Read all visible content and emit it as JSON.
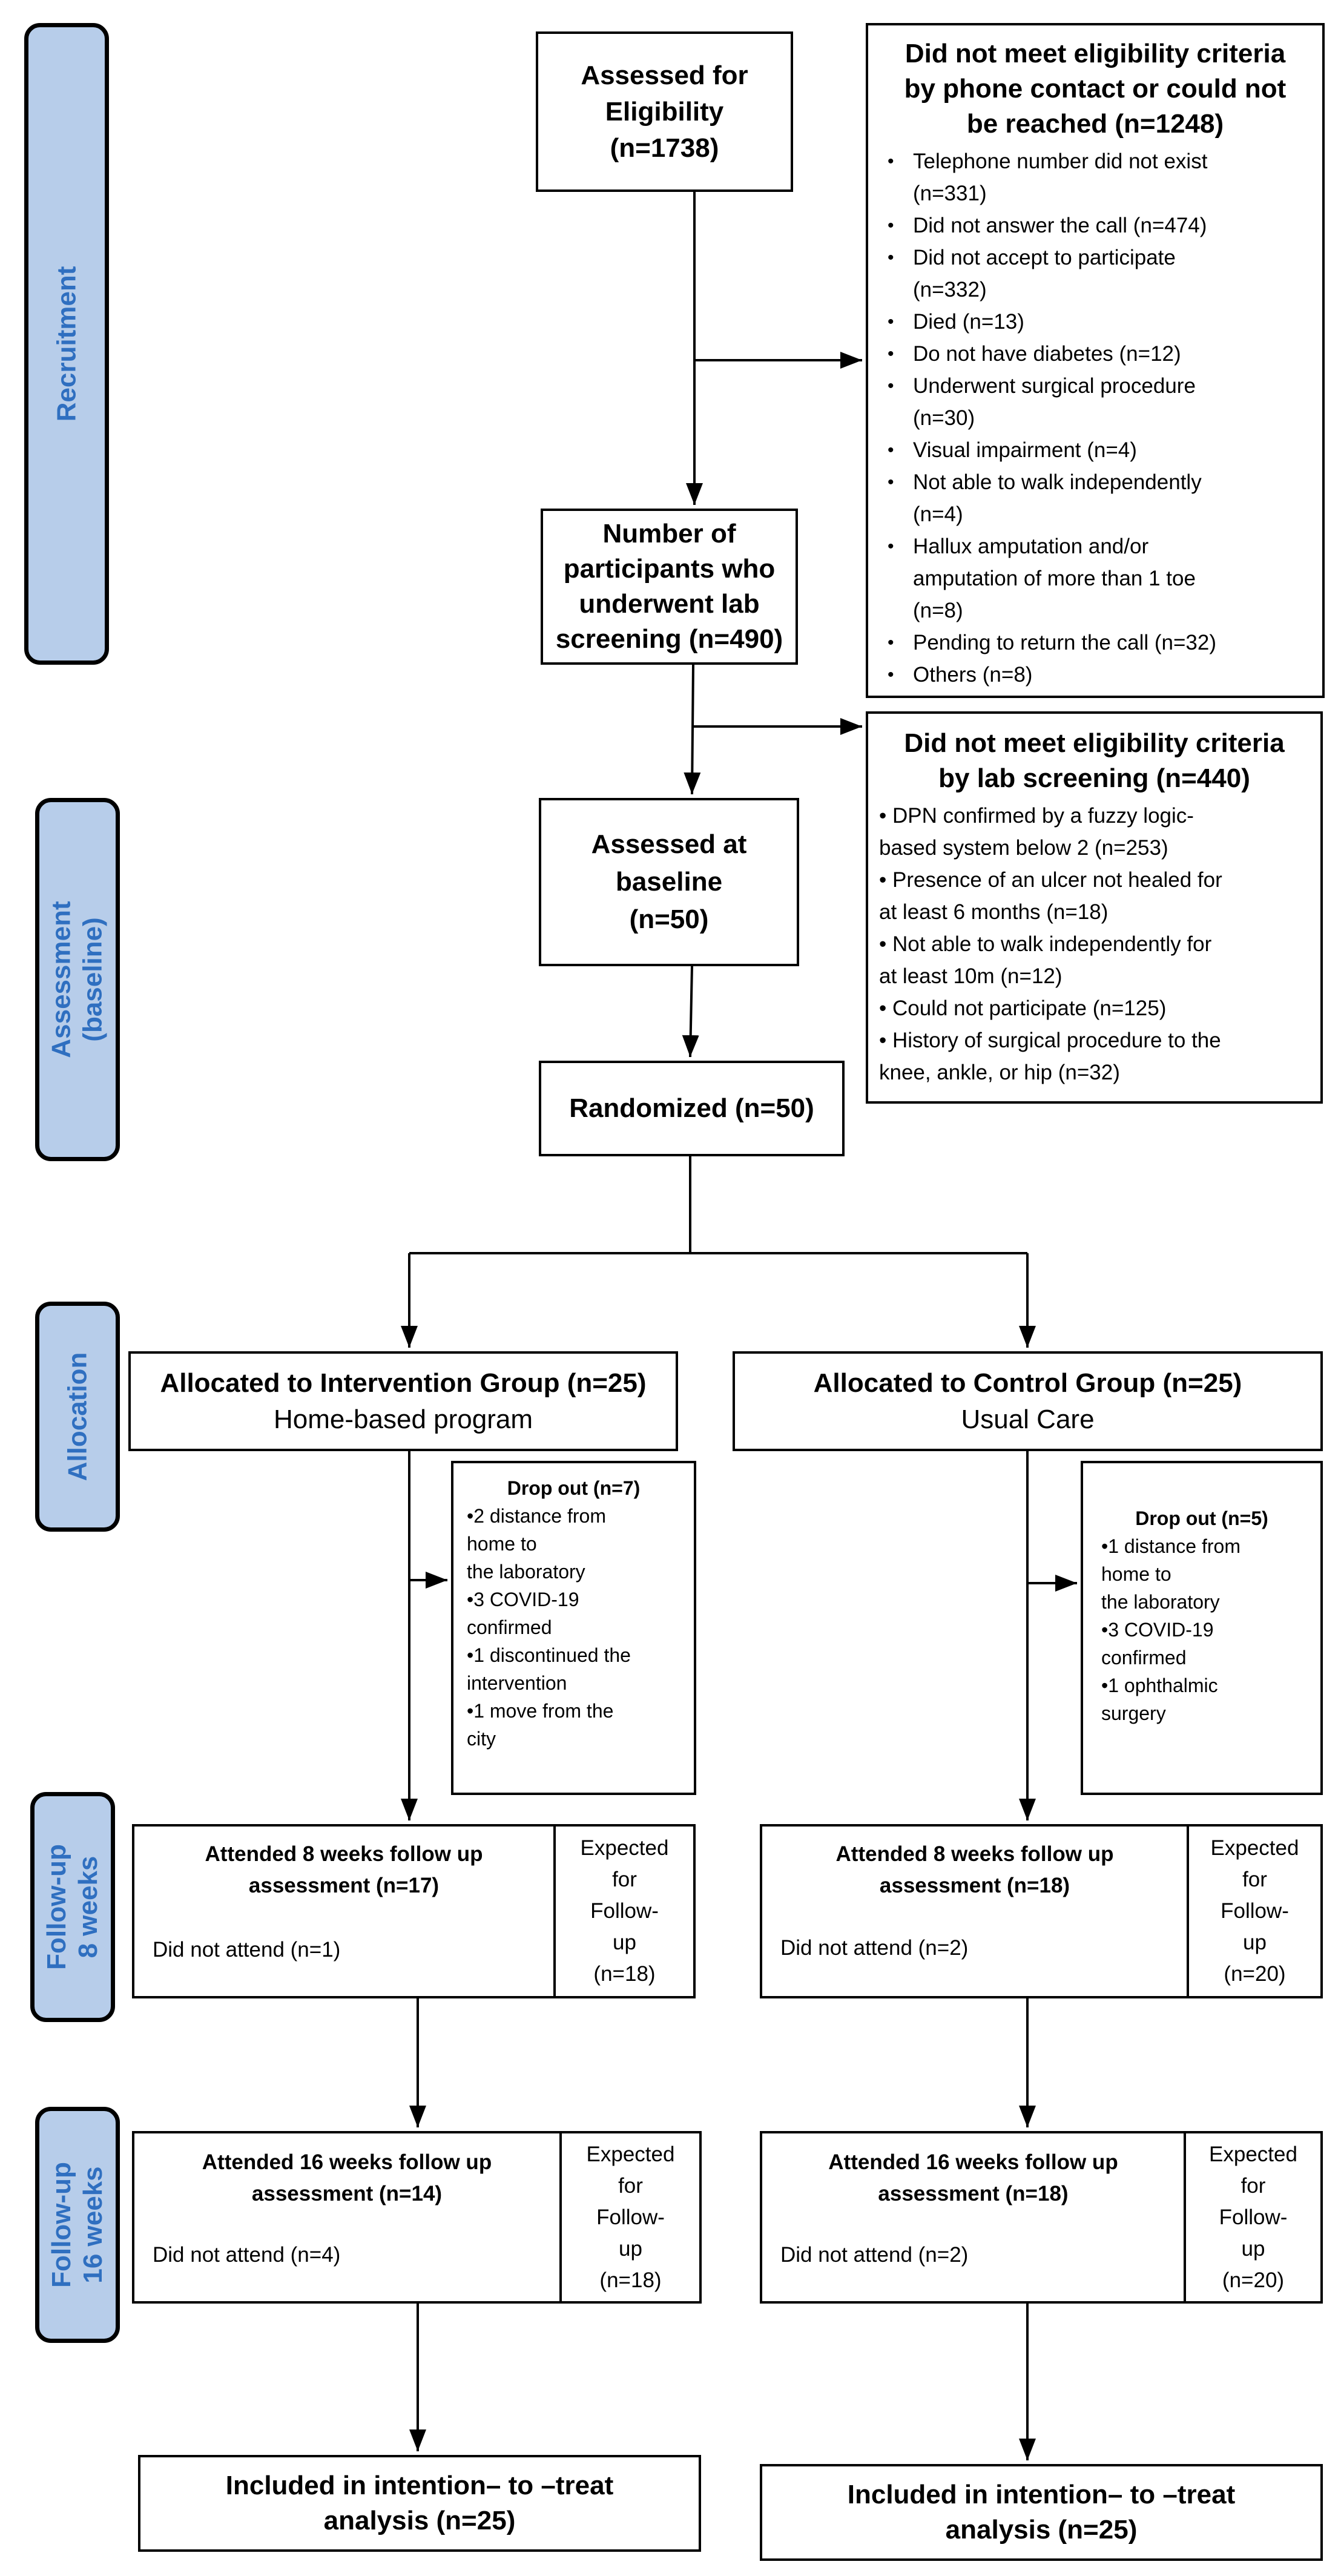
{
  "stages": {
    "recruitment": "Recruitment",
    "assessment": [
      "Assessment",
      "(baseline)"
    ],
    "allocation": "Allocation",
    "followup8": [
      "Follow-up",
      "8 weeks"
    ],
    "followup16": [
      "Follow-up",
      "16 weeks"
    ]
  },
  "assessed": [
    "Assessed for",
    "Eligibility",
    "(n=1738)"
  ],
  "excluded_phone": {
    "title": [
      "Did not meet eligibility criteria",
      "by phone contact or could not",
      "be reached (n=1248)"
    ],
    "items": [
      [
        "Telephone number did not exist",
        "(n=331)"
      ],
      [
        "Did not answer the call (n=474)"
      ],
      [
        "Did not accept to participate",
        "(n=332)"
      ],
      [
        "Died (n=13)"
      ],
      [
        "Do not have diabetes (n=12)"
      ],
      [
        "Underwent surgical procedure",
        "(n=30)"
      ],
      [
        "Visual impairment (n=4)"
      ],
      [
        "Not able to walk independently",
        "(n=4)"
      ],
      [
        "Hallux amputation and/or",
        "amputation of more than 1 toe",
        "(n=8)"
      ],
      [
        "Pending to return the call (n=32)"
      ],
      [
        "Others (n=8)"
      ]
    ]
  },
  "lab_screening": [
    "Number of",
    "participants who",
    "underwent lab",
    "screening (n=490)"
  ],
  "excluded_lab": {
    "title": [
      "Did not meet eligibility criteria",
      "by lab screening (n=440)"
    ],
    "items": [
      [
        "• DPN confirmed by a fuzzy logic-",
        "based system below 2 (n=253)"
      ],
      [
        "• Presence of an ulcer not healed for",
        "at least 6 months (n=18)"
      ],
      [
        "• Not able to walk independently for",
        "at least 10m (n=12)"
      ],
      [
        "• Could not participate (n=125)"
      ],
      [
        "• History of surgical procedure to the",
        "knee, ankle, or hip (n=32)"
      ]
    ]
  },
  "baseline": [
    "Assessed at",
    "baseline",
    "(n=50)"
  ],
  "randomized": "Randomized (n=50)",
  "intervention": {
    "title": "Allocated to Intervention Group (n=25)",
    "subtitle": "Home-based program",
    "dropout": {
      "title": "Drop out (n=7)",
      "lines": [
        "•2 distance from",
        "home to",
        "the laboratory",
        "•3 COVID-19",
        "confirmed",
        "•1 discontinued the",
        "intervention",
        "•1 move from the",
        "city"
      ]
    },
    "fu8": {
      "title": [
        "Attended 8 weeks follow up",
        "assessment (n=17)"
      ],
      "did_not": "Did not attend (n=1)",
      "expected": [
        "Expected",
        "for",
        "Follow-",
        "up",
        "(n=18)"
      ]
    },
    "fu16": {
      "title": [
        "Attended 16 weeks follow up",
        "assessment (n=14)"
      ],
      "did_not": "Did not attend (n=4)",
      "expected": [
        "Expected",
        "for",
        "Follow-",
        "up",
        "(n=18)"
      ]
    },
    "itt": [
      "Included in intention– to –treat",
      "analysis (n=25)"
    ]
  },
  "control": {
    "title": "Allocated to Control Group (n=25)",
    "subtitle": "Usual Care",
    "dropout": {
      "title": "Drop out (n=5)",
      "lines": [
        "•1 distance from",
        "home to",
        "the laboratory",
        "•3 COVID-19",
        "confirmed",
        "•1 ophthalmic",
        "surgery"
      ]
    },
    "fu8": {
      "title": [
        "Attended 8 weeks follow up",
        "assessment (n=18)"
      ],
      "did_not": "Did not attend (n=2)",
      "expected": [
        "Expected",
        "for",
        "Follow-",
        "up",
        "(n=20)"
      ]
    },
    "fu16": {
      "title": [
        "Attended 16 weeks follow up",
        "assessment (n=18)"
      ],
      "did_not": "Did not attend (n=2)",
      "expected": [
        "Expected",
        "for",
        "Follow-",
        "up",
        "(n=20)"
      ]
    },
    "itt": [
      "Included in intention– to –treat",
      "analysis (n=25)"
    ]
  }
}
